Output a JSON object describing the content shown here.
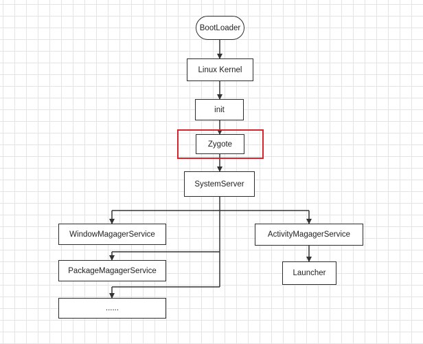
{
  "diagram": {
    "nodes": {
      "bootloader": "BootLoader",
      "linux_kernel": "Linux Kernel",
      "init": "init",
      "zygote": "Zygote",
      "system_server": "SystemServer",
      "window_manager_service": "WindowMagagerService",
      "package_manager_service": "PackageMagagerService",
      "ellipsis": "......",
      "activity_manager_service": "ActivityMagagerService",
      "launcher": "Launcher"
    },
    "colors": {
      "line": "#333333",
      "highlight": "#d9232a",
      "grid": "#e4e4e4"
    }
  }
}
